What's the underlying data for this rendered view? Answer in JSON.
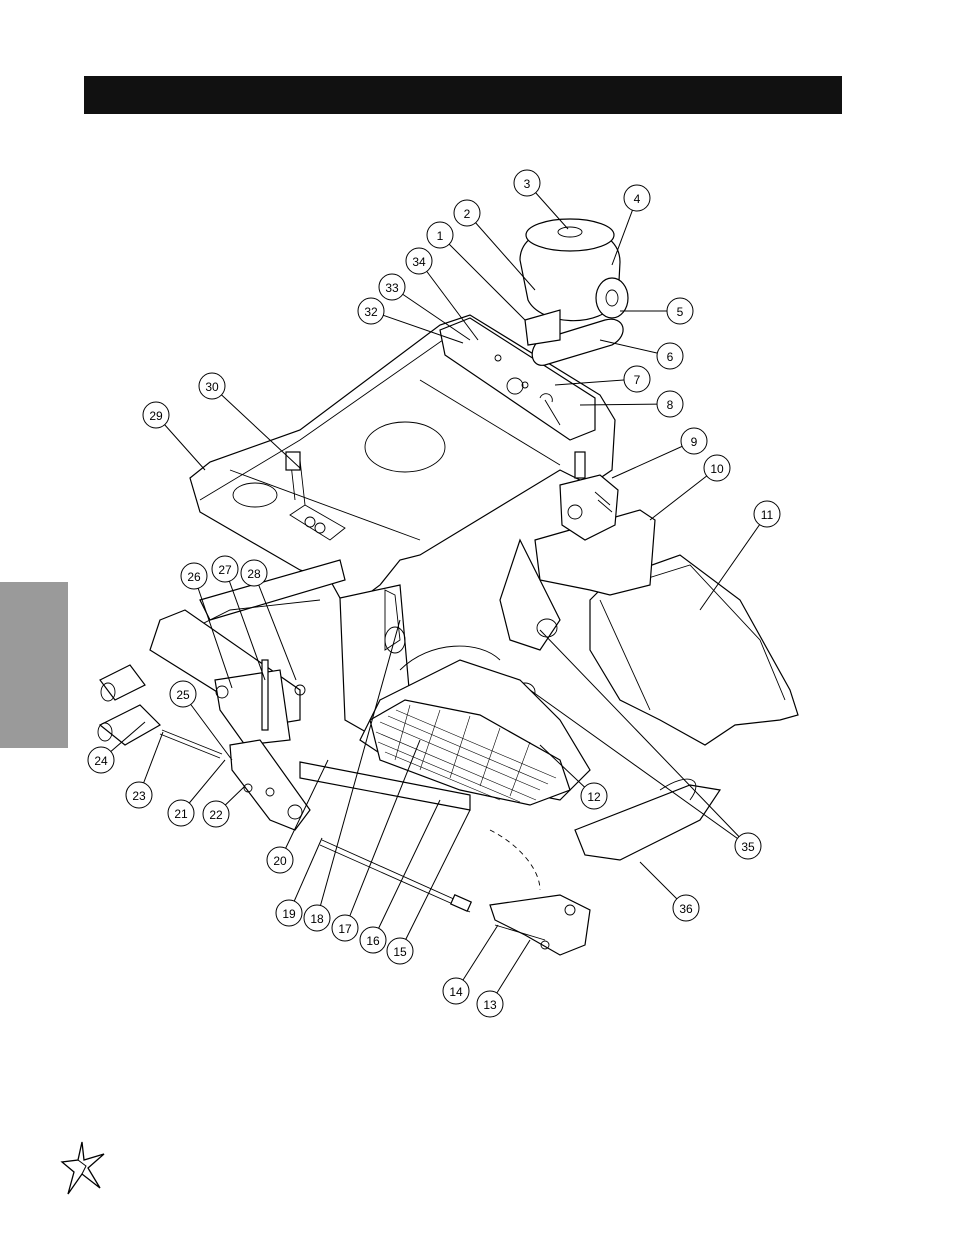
{
  "header": {
    "title": ""
  },
  "colors": {
    "header_bar": "#111111",
    "side_tab": "#9a9a9a",
    "line": "#000000"
  },
  "logo": {
    "icon": "star-burst-logo"
  },
  "callouts": [
    "1",
    "2",
    "3",
    "4",
    "5",
    "6",
    "7",
    "8",
    "9",
    "10",
    "11",
    "12",
    "13",
    "14",
    "15",
    "16",
    "17",
    "18",
    "19",
    "20",
    "21",
    "22",
    "23",
    "24",
    "25",
    "26",
    "27",
    "28",
    "29",
    "30",
    "32",
    "33",
    "34",
    "35",
    "36"
  ]
}
